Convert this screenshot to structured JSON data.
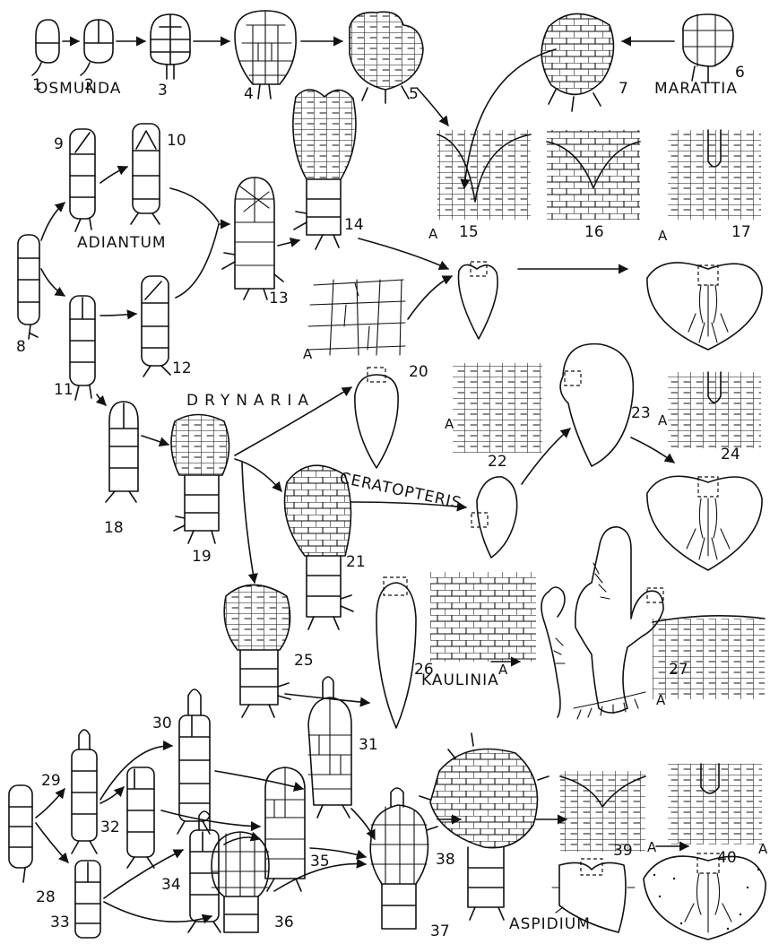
{
  "genera": {
    "osmunda": "OSMUNDA",
    "marattia": "MARATTIA",
    "adiantum": "ADIANTUM",
    "drynaria": "DRYNARIA",
    "ceratopteris": "CERATOPTERIS",
    "kaulinia": "KAULINIA",
    "aspidium": "ASPIDIUM"
  },
  "stages": [
    "1",
    "2",
    "3",
    "4",
    "5",
    "6",
    "7",
    "8",
    "9",
    "10",
    "11",
    "12",
    "13",
    "14",
    "15",
    "16",
    "17",
    "18",
    "19",
    "20",
    "21",
    "22",
    "23",
    "24",
    "25",
    "26",
    "27",
    "28",
    "29",
    "30",
    "31",
    "32",
    "33",
    "34",
    "35",
    "36",
    "37",
    "38",
    "39",
    "40"
  ],
  "apex_label": "A"
}
